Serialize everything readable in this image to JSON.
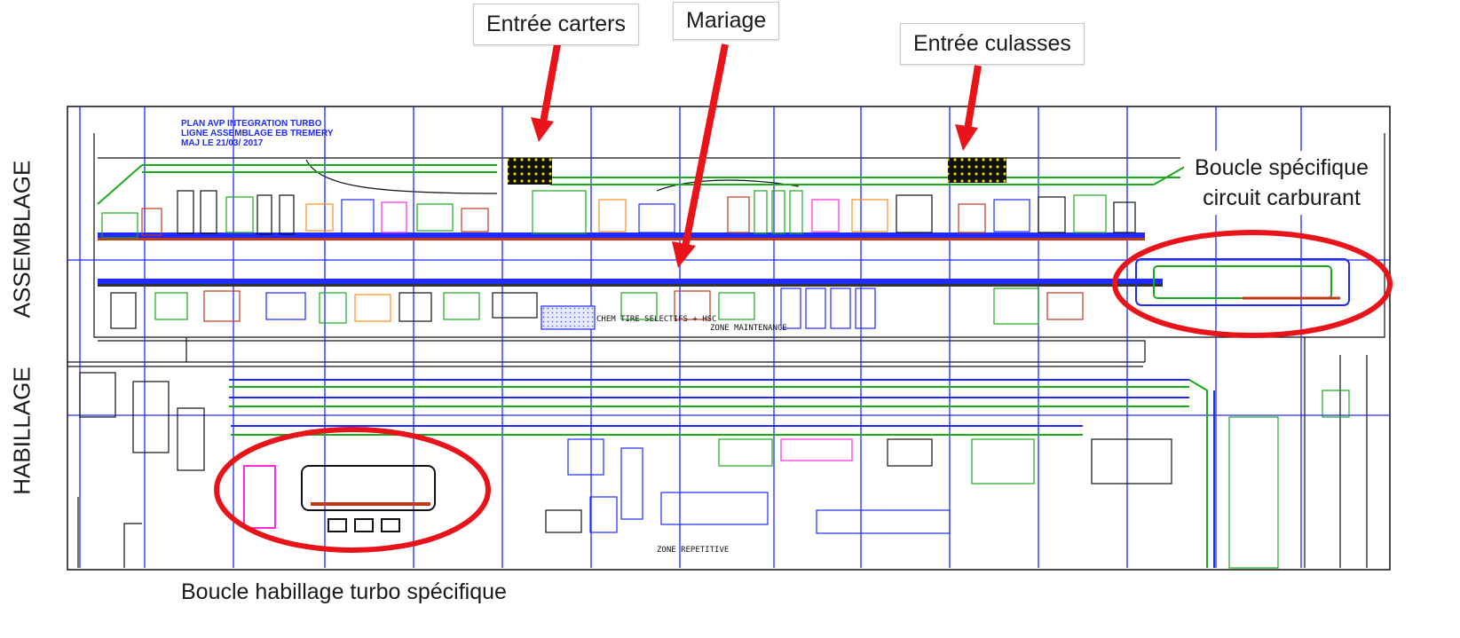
{
  "callouts": {
    "entree_carters": "Entrée carters",
    "mariage": "Mariage",
    "entree_culasses": "Entrée culasses",
    "boucle_carburant_line1": "Boucle spécifique",
    "boucle_carburant_line2": "circuit carburant",
    "boucle_habillage": "Boucle habillage turbo spécifique"
  },
  "side_labels": {
    "assemblage": "ASSEMBLAGE",
    "habillage": "HABILLAGE"
  },
  "plan_title": {
    "line1": "PLAN AVP INTEGRATION TURBO",
    "line2": "LIGNE ASSEMBLAGE EB TREMERY",
    "line3": "MAJ LE 21/03/ 2017"
  },
  "plan_notes": {
    "note1": "CHEM TIRE SELECTIFS + HSC",
    "note2": "ZONE MAINTENANCE",
    "note3": "ZONE REPETITIVE"
  },
  "colors": {
    "annotation_red": "#e8141a",
    "grid_blue": "#1f2aff",
    "line_green": "#1aaa1a",
    "hatch_black": "#111111",
    "hatch_yellow": "#e8d400"
  }
}
